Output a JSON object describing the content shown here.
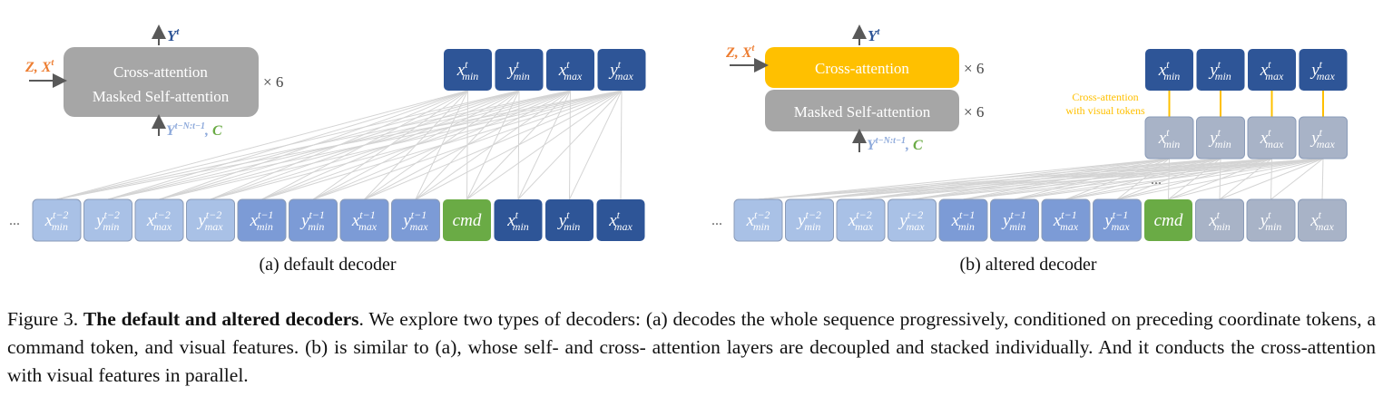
{
  "panel_a": {
    "output_label": "Y",
    "output_sup": "t",
    "input_left_z": "Z",
    "input_left_x": "X",
    "input_left_sup": "t",
    "box_line1": "Cross-attention",
    "box_line2": "Masked Self-attention",
    "times": "× 6",
    "input_bottom_y": "Y",
    "input_bottom_sup": "t−N:t−1",
    "input_bottom_c": "C",
    "caption": "(a) default decoder"
  },
  "panel_b": {
    "output_label": "Y",
    "output_sup": "t",
    "input_left_z": "Z",
    "input_left_x": "X",
    "input_left_sup": "t",
    "cross_box": "Cross-attention",
    "self_box": "Masked Self-attention",
    "times_cross": "× 6",
    "times_self": "× 6",
    "input_bottom_y": "Y",
    "input_bottom_sup": "t−N:t−1",
    "input_bottom_c": "C",
    "visual_note_line1": "Cross-attention",
    "visual_note_line2": "with visual tokens",
    "caption": "(b) altered decoder"
  },
  "ellipsis": "...",
  "tokens_a_bottom": [
    {
      "base": "x",
      "sup": "t−2",
      "sub": "min",
      "kind": "light"
    },
    {
      "base": "y",
      "sup": "t−2",
      "sub": "min",
      "kind": "light"
    },
    {
      "base": "x",
      "sup": "t−2",
      "sub": "max",
      "kind": "light"
    },
    {
      "base": "y",
      "sup": "t−2",
      "sub": "max",
      "kind": "light"
    },
    {
      "base": "x",
      "sup": "t−1",
      "sub": "min",
      "kind": "mid"
    },
    {
      "base": "y",
      "sup": "t−1",
      "sub": "min",
      "kind": "mid"
    },
    {
      "base": "x",
      "sup": "t−1",
      "sub": "max",
      "kind": "mid"
    },
    {
      "base": "y",
      "sup": "t−1",
      "sub": "max",
      "kind": "mid"
    },
    {
      "base": "cmd",
      "sup": "",
      "sub": "",
      "kind": "cmd"
    },
    {
      "base": "x",
      "sup": "t",
      "sub": "min",
      "kind": "dark"
    },
    {
      "base": "y",
      "sup": "t",
      "sub": "min",
      "kind": "dark"
    },
    {
      "base": "x",
      "sup": "t",
      "sub": "max",
      "kind": "dark"
    }
  ],
  "tokens_a_top": [
    {
      "base": "x",
      "sup": "t",
      "sub": "min",
      "kind": "dark"
    },
    {
      "base": "y",
      "sup": "t",
      "sub": "min",
      "kind": "dark"
    },
    {
      "base": "x",
      "sup": "t",
      "sub": "max",
      "kind": "dark"
    },
    {
      "base": "y",
      "sup": "t",
      "sub": "max",
      "kind": "dark"
    }
  ],
  "tokens_b_bottom": [
    {
      "base": "x",
      "sup": "t−2",
      "sub": "min",
      "kind": "light"
    },
    {
      "base": "y",
      "sup": "t−2",
      "sub": "min",
      "kind": "light"
    },
    {
      "base": "x",
      "sup": "t−2",
      "sub": "max",
      "kind": "light"
    },
    {
      "base": "y",
      "sup": "t−2",
      "sub": "max",
      "kind": "light"
    },
    {
      "base": "x",
      "sup": "t−1",
      "sub": "min",
      "kind": "mid"
    },
    {
      "base": "y",
      "sup": "t−1",
      "sub": "min",
      "kind": "mid"
    },
    {
      "base": "x",
      "sup": "t−1",
      "sub": "max",
      "kind": "mid"
    },
    {
      "base": "y",
      "sup": "t−1",
      "sub": "max",
      "kind": "mid"
    },
    {
      "base": "cmd",
      "sup": "",
      "sub": "",
      "kind": "cmd"
    },
    {
      "base": "x",
      "sup": "t",
      "sub": "min",
      "kind": "grey"
    },
    {
      "base": "y",
      "sup": "t",
      "sub": "min",
      "kind": "grey"
    },
    {
      "base": "x",
      "sup": "t",
      "sub": "max",
      "kind": "grey"
    }
  ],
  "tokens_b_mid": [
    {
      "base": "x",
      "sup": "t",
      "sub": "min",
      "kind": "grey"
    },
    {
      "base": "y",
      "sup": "t",
      "sub": "min",
      "kind": "grey"
    },
    {
      "base": "x",
      "sup": "t",
      "sub": "max",
      "kind": "grey"
    },
    {
      "base": "y",
      "sup": "t",
      "sub": "max",
      "kind": "grey"
    }
  ],
  "tokens_b_top": [
    {
      "base": "x",
      "sup": "t",
      "sub": "min",
      "kind": "dark"
    },
    {
      "base": "y",
      "sup": "t",
      "sub": "min",
      "kind": "dark"
    },
    {
      "base": "x",
      "sup": "t",
      "sub": "max",
      "kind": "dark"
    },
    {
      "base": "y",
      "sup": "t",
      "sub": "max",
      "kind": "dark"
    }
  ],
  "colors": {
    "light": "#a9c1e6",
    "mid": "#7c9bd6",
    "dark": "#2e5597",
    "grey": "#a8b3c7",
    "cmd": "#6aab45",
    "block": "#a6a6a6",
    "cross": "#ffc000",
    "orange": "#ed7d31",
    "blue_y": "#2e5597",
    "light_y": "#8eaadb",
    "green_c": "#6aab45"
  },
  "caption": {
    "prefix": "Figure 3. ",
    "bold": "The default and altered decoders",
    "rest": ". We explore two types of decoders: (a) decodes the whole sequence progressively, conditioned on preceding coordinate tokens, a command token, and visual features. (b) is similar to (a), whose self- and cross- attention layers are decoupled and stacked individually. And it conducts the cross-attention with visual features in parallel."
  }
}
